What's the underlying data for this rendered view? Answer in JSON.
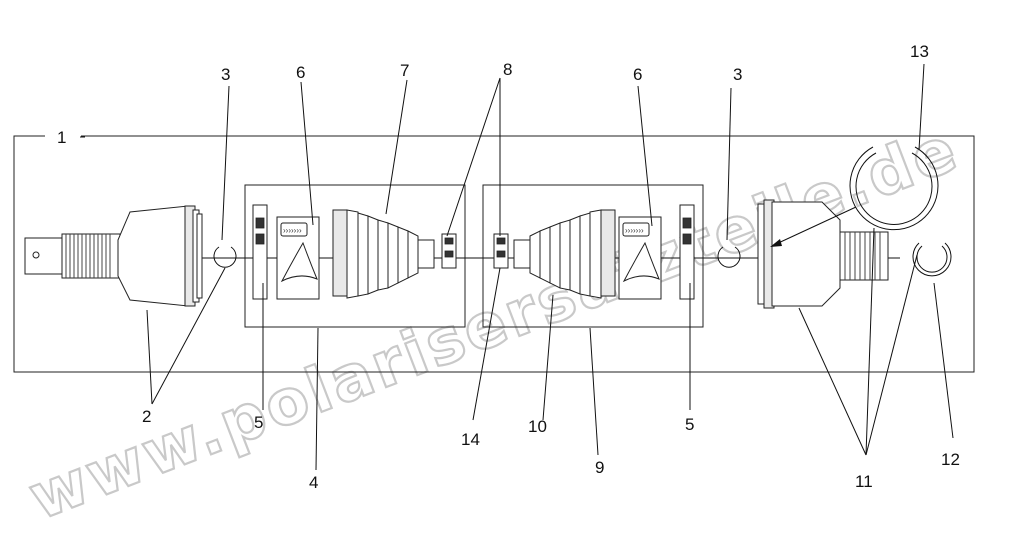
{
  "watermark": "www.polarisersatzteile.de",
  "callouts": {
    "c1": "1",
    "c2": "2",
    "c3a": "3",
    "c3b": "3",
    "c4": "4",
    "c5a": "5",
    "c5b": "5",
    "c6a": "6",
    "c6b": "6",
    "c7": "7",
    "c8": "8",
    "c9": "9",
    "c10": "10",
    "c11": "11",
    "c12": "12",
    "c13": "13",
    "c14": "14"
  }
}
